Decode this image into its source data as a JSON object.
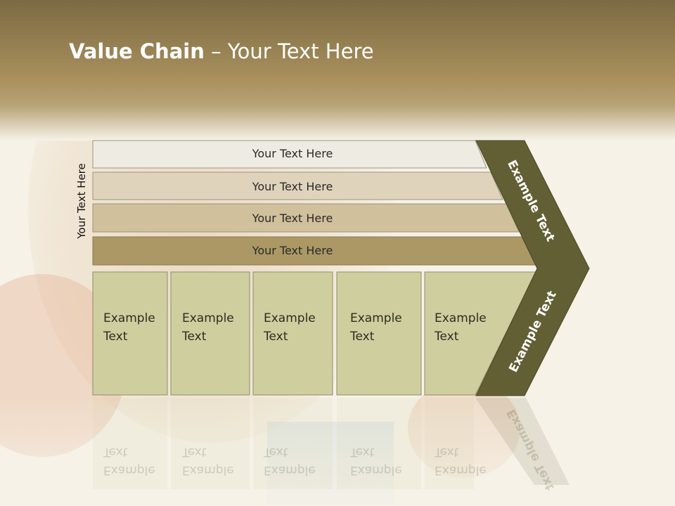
{
  "slide": {
    "title_bold": "Value Chain",
    "title_rest": " – Your Text Here",
    "side_label": "Your Text Here"
  },
  "bars": [
    {
      "label": "Your Text Here",
      "color": "#eeebe2"
    },
    {
      "label": "Your Text Here",
      "color": "#dfd4bb"
    },
    {
      "label": "Your Text Here",
      "color": "#d0c09b"
    },
    {
      "label": "Your Text Here",
      "color": "#ac9865"
    }
  ],
  "boxes": [
    {
      "line1": "Example",
      "line2": "Text"
    },
    {
      "line1": "Example",
      "line2": "Text"
    },
    {
      "line1": "Example",
      "line2": "Text"
    },
    {
      "line1": "Example",
      "line2": "Text"
    },
    {
      "line1": "Example",
      "line2": "Text"
    }
  ],
  "chevron": {
    "upper_label": "Example Text",
    "lower_label": "Example Text",
    "color": "#625f34"
  },
  "colors": {
    "header_top": "#7b6a43",
    "header_bottom": "#a88f5c",
    "box_fill": "#cfce9f"
  }
}
